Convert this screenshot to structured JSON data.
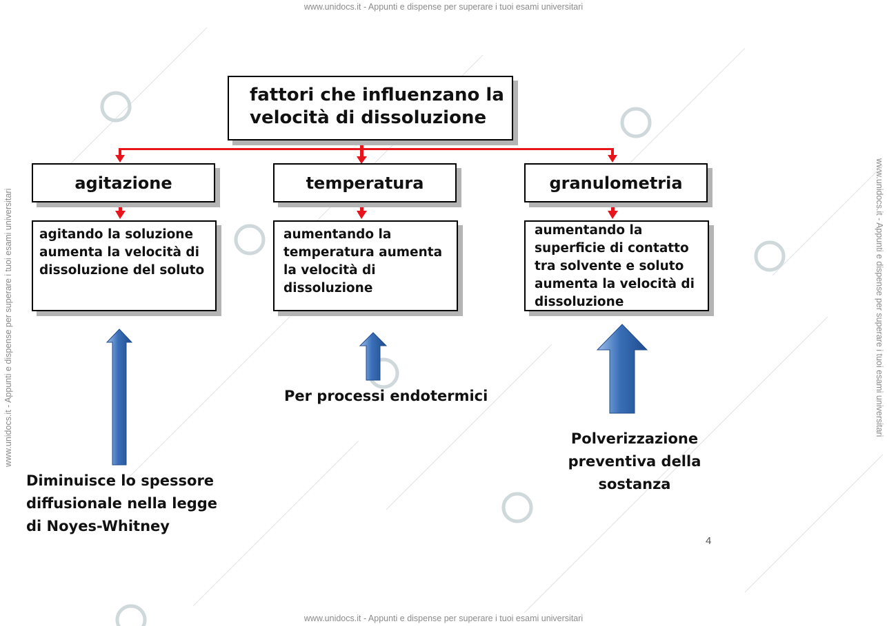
{
  "watermark": {
    "top": "www.unidocs.it - Appunti e dispense per superare i tuoi esami universitari",
    "bottom": "www.unidocs.it - Appunti e dispense per superare i tuoi esami universitari",
    "left": "www.unidocs.it - Appunti e dispense per superare i tuoi esami universitari",
    "right": "www.unidocs.it - Appunti e dispense per superare i tuoi esami universitari"
  },
  "diagram": {
    "title": "fattori che influenzano la velocità di dissoluzione",
    "factors": [
      {
        "label": "agitazione",
        "description": "agitando la soluzione aumenta la velocità di dissoluzione del soluto",
        "note": "Diminuisce lo spessore diffusionale nella legge di Noyes-Whitney"
      },
      {
        "label": "temperatura",
        "description": "aumentando la temperatura aumenta la velocità di dissoluzione",
        "note": "Per processi endotermici"
      },
      {
        "label": "granulometria",
        "description": "aumentando la superficie di contatto tra solvente e soluto aumenta la velocità di dissoluzione",
        "note": "Polverizzazione preventiva della sostanza"
      }
    ],
    "colors": {
      "connector": "#e8141b",
      "arrow": "#3a6fb8",
      "arrow_dark": "#1f4b8c"
    }
  },
  "page_number": "4"
}
